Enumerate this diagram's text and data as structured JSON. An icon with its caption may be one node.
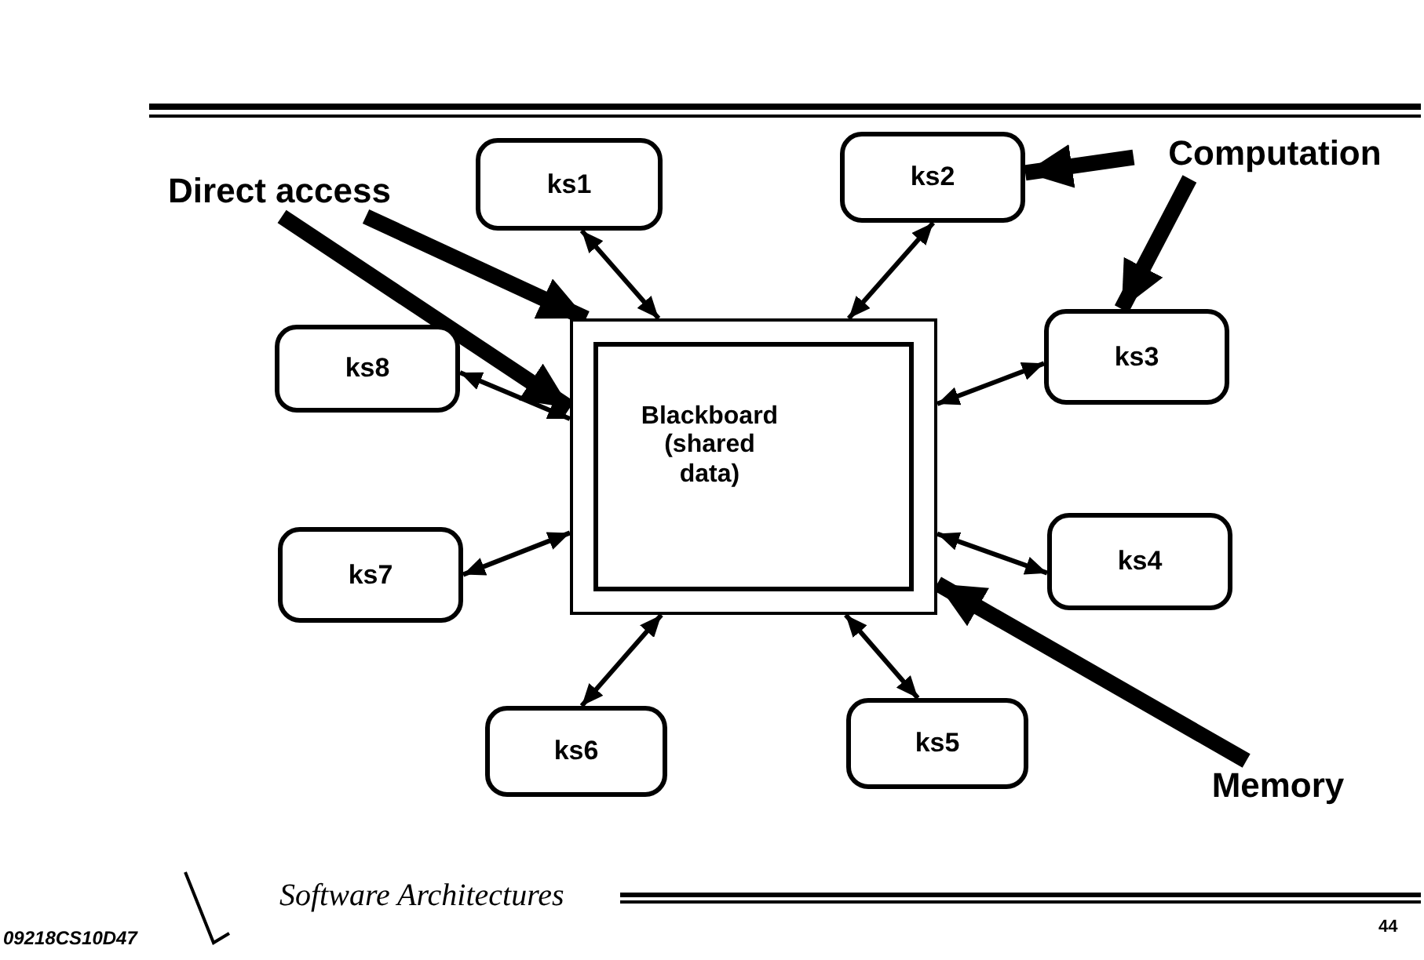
{
  "diagram": {
    "nodes": [
      {
        "text": [
          "Direct access"
        ]
      },
      {
        "text": [
          "ks1"
        ]
      },
      {
        "text": [
          "ks2"
        ]
      },
      {
        "text": [
          "Computation"
        ]
      },
      {
        "text": [
          "ks8"
        ]
      },
      {
        "text": [
          "Blackboard (shared data)"
        ]
      },
      {
        "text": [
          "ks3"
        ]
      },
      {
        "text": [
          "ks7"
        ]
      },
      {
        "text": [
          "ks4"
        ]
      },
      {
        "text": [
          "ks6"
        ]
      },
      {
        "text": [
          "ks5"
        ]
      },
      {
        "text": [
          "Memory"
        ]
      }
    ],
    "edges": [
      {
        "from": 1,
        "to": 5,
        "arrow": "both"
      },
      {
        "from": 2,
        "to": 5,
        "arrow": "both"
      },
      {
        "from": 6,
        "to": 5,
        "arrow": "both"
      },
      {
        "from": 8,
        "to": 5,
        "arrow": "both"
      },
      {
        "from": 10,
        "to": 5,
        "arrow": "both"
      },
      {
        "from": 9,
        "to": 5,
        "arrow": "both"
      },
      {
        "from": 7,
        "to": 5,
        "arrow": "both"
      },
      {
        "from": 4,
        "to": 5,
        "arrow": "both"
      },
      {
        "from": 0,
        "to": 5,
        "arrow": "to",
        "style": "thick"
      },
      {
        "from": 0,
        "to": 5,
        "arrow": "to",
        "style": "thick"
      },
      {
        "from": 3,
        "to": 2,
        "arrow": "to",
        "style": "thick"
      },
      {
        "from": 3,
        "to": 6,
        "arrow": "to",
        "style": "thick"
      },
      {
        "from": 11,
        "to": 5,
        "arrow": "to",
        "style": "thick"
      }
    ],
    "labels": [
      "Software Architectures",
      "09218CS10D47",
      "44"
    ]
  }
}
